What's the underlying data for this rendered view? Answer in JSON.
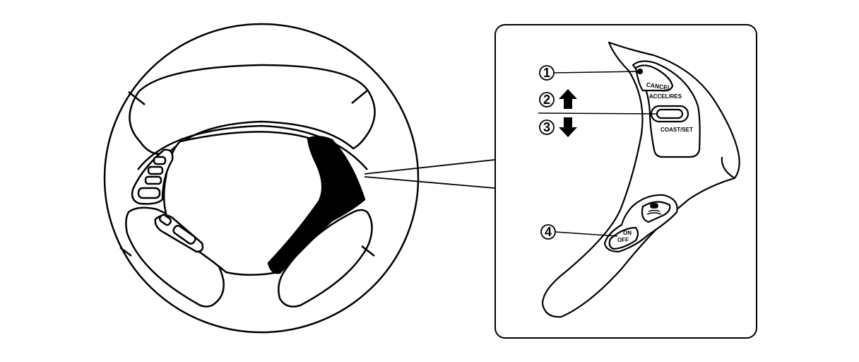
{
  "switch_labels": {
    "cancel": "CANCEL",
    "accel_res": "ACCEL/RES",
    "coast_set": "COAST/SET",
    "on": "ON",
    "off": "OFF"
  },
  "callouts": [
    {
      "number": "1",
      "arrow": ""
    },
    {
      "number": "2",
      "arrow": "up"
    },
    {
      "number": "3",
      "arrow": "down"
    },
    {
      "number": "4",
      "arrow": ""
    }
  ],
  "icons": {
    "distance_button": "vehicle-distance-icon",
    "arrow_up": "arrow-up-icon",
    "arrow_down": "arrow-down-icon"
  },
  "colors": {
    "line": "#000000",
    "fill": "#ffffff",
    "highlight": "#000000"
  }
}
